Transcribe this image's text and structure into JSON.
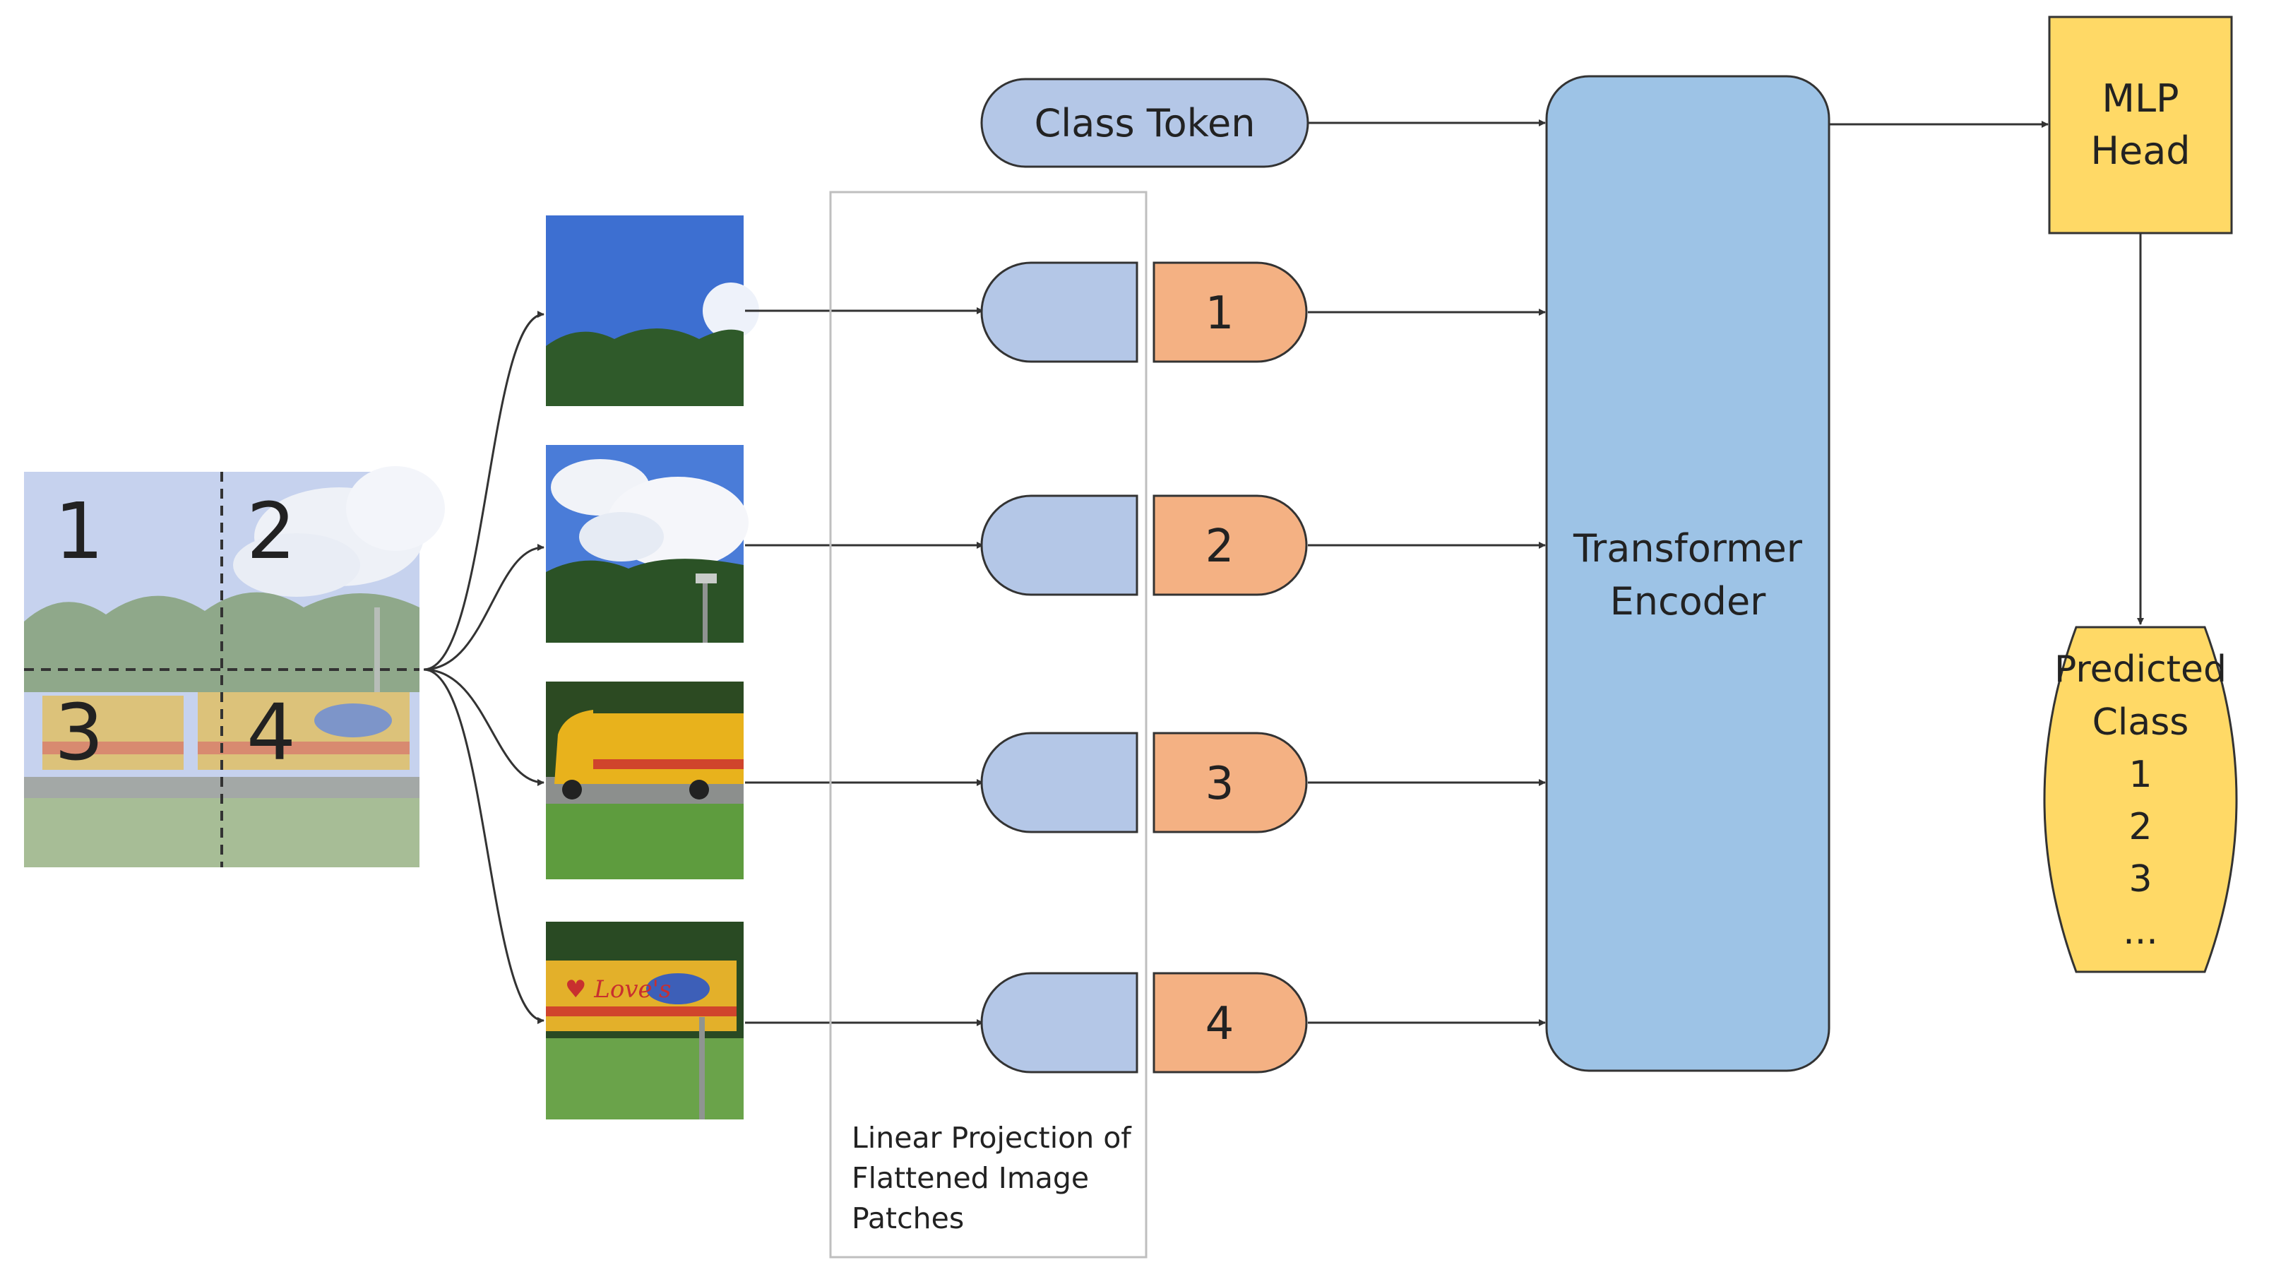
{
  "class_token": {
    "label": "Class Token"
  },
  "patches": [
    {
      "number": "1"
    },
    {
      "number": "2"
    },
    {
      "number": "3"
    },
    {
      "number": "4"
    }
  ],
  "grid_numbers": [
    "1",
    "2",
    "3",
    "4"
  ],
  "projection": {
    "line1": "Linear Projection of",
    "line2": "Flattened Image",
    "line3": "Patches"
  },
  "transformer": {
    "line1": "Transformer",
    "line2": "Encoder"
  },
  "mlp_head": {
    "line1": "MLP",
    "line2": "Head"
  },
  "predicted": {
    "line1": "Predicted",
    "line2": "Class",
    "items": [
      "1",
      "2",
      "3",
      "..."
    ]
  },
  "colors": {
    "token_blue": "#b4c7e7",
    "patch_orange": "#f4b183",
    "encoder_blue": "#9dc3e6",
    "mlp_yellow": "#ffd966",
    "sky": "#3d6fd1",
    "tree": "#2f5a2a",
    "grass": "#5e9c3e",
    "truck": "#e8b21c"
  }
}
